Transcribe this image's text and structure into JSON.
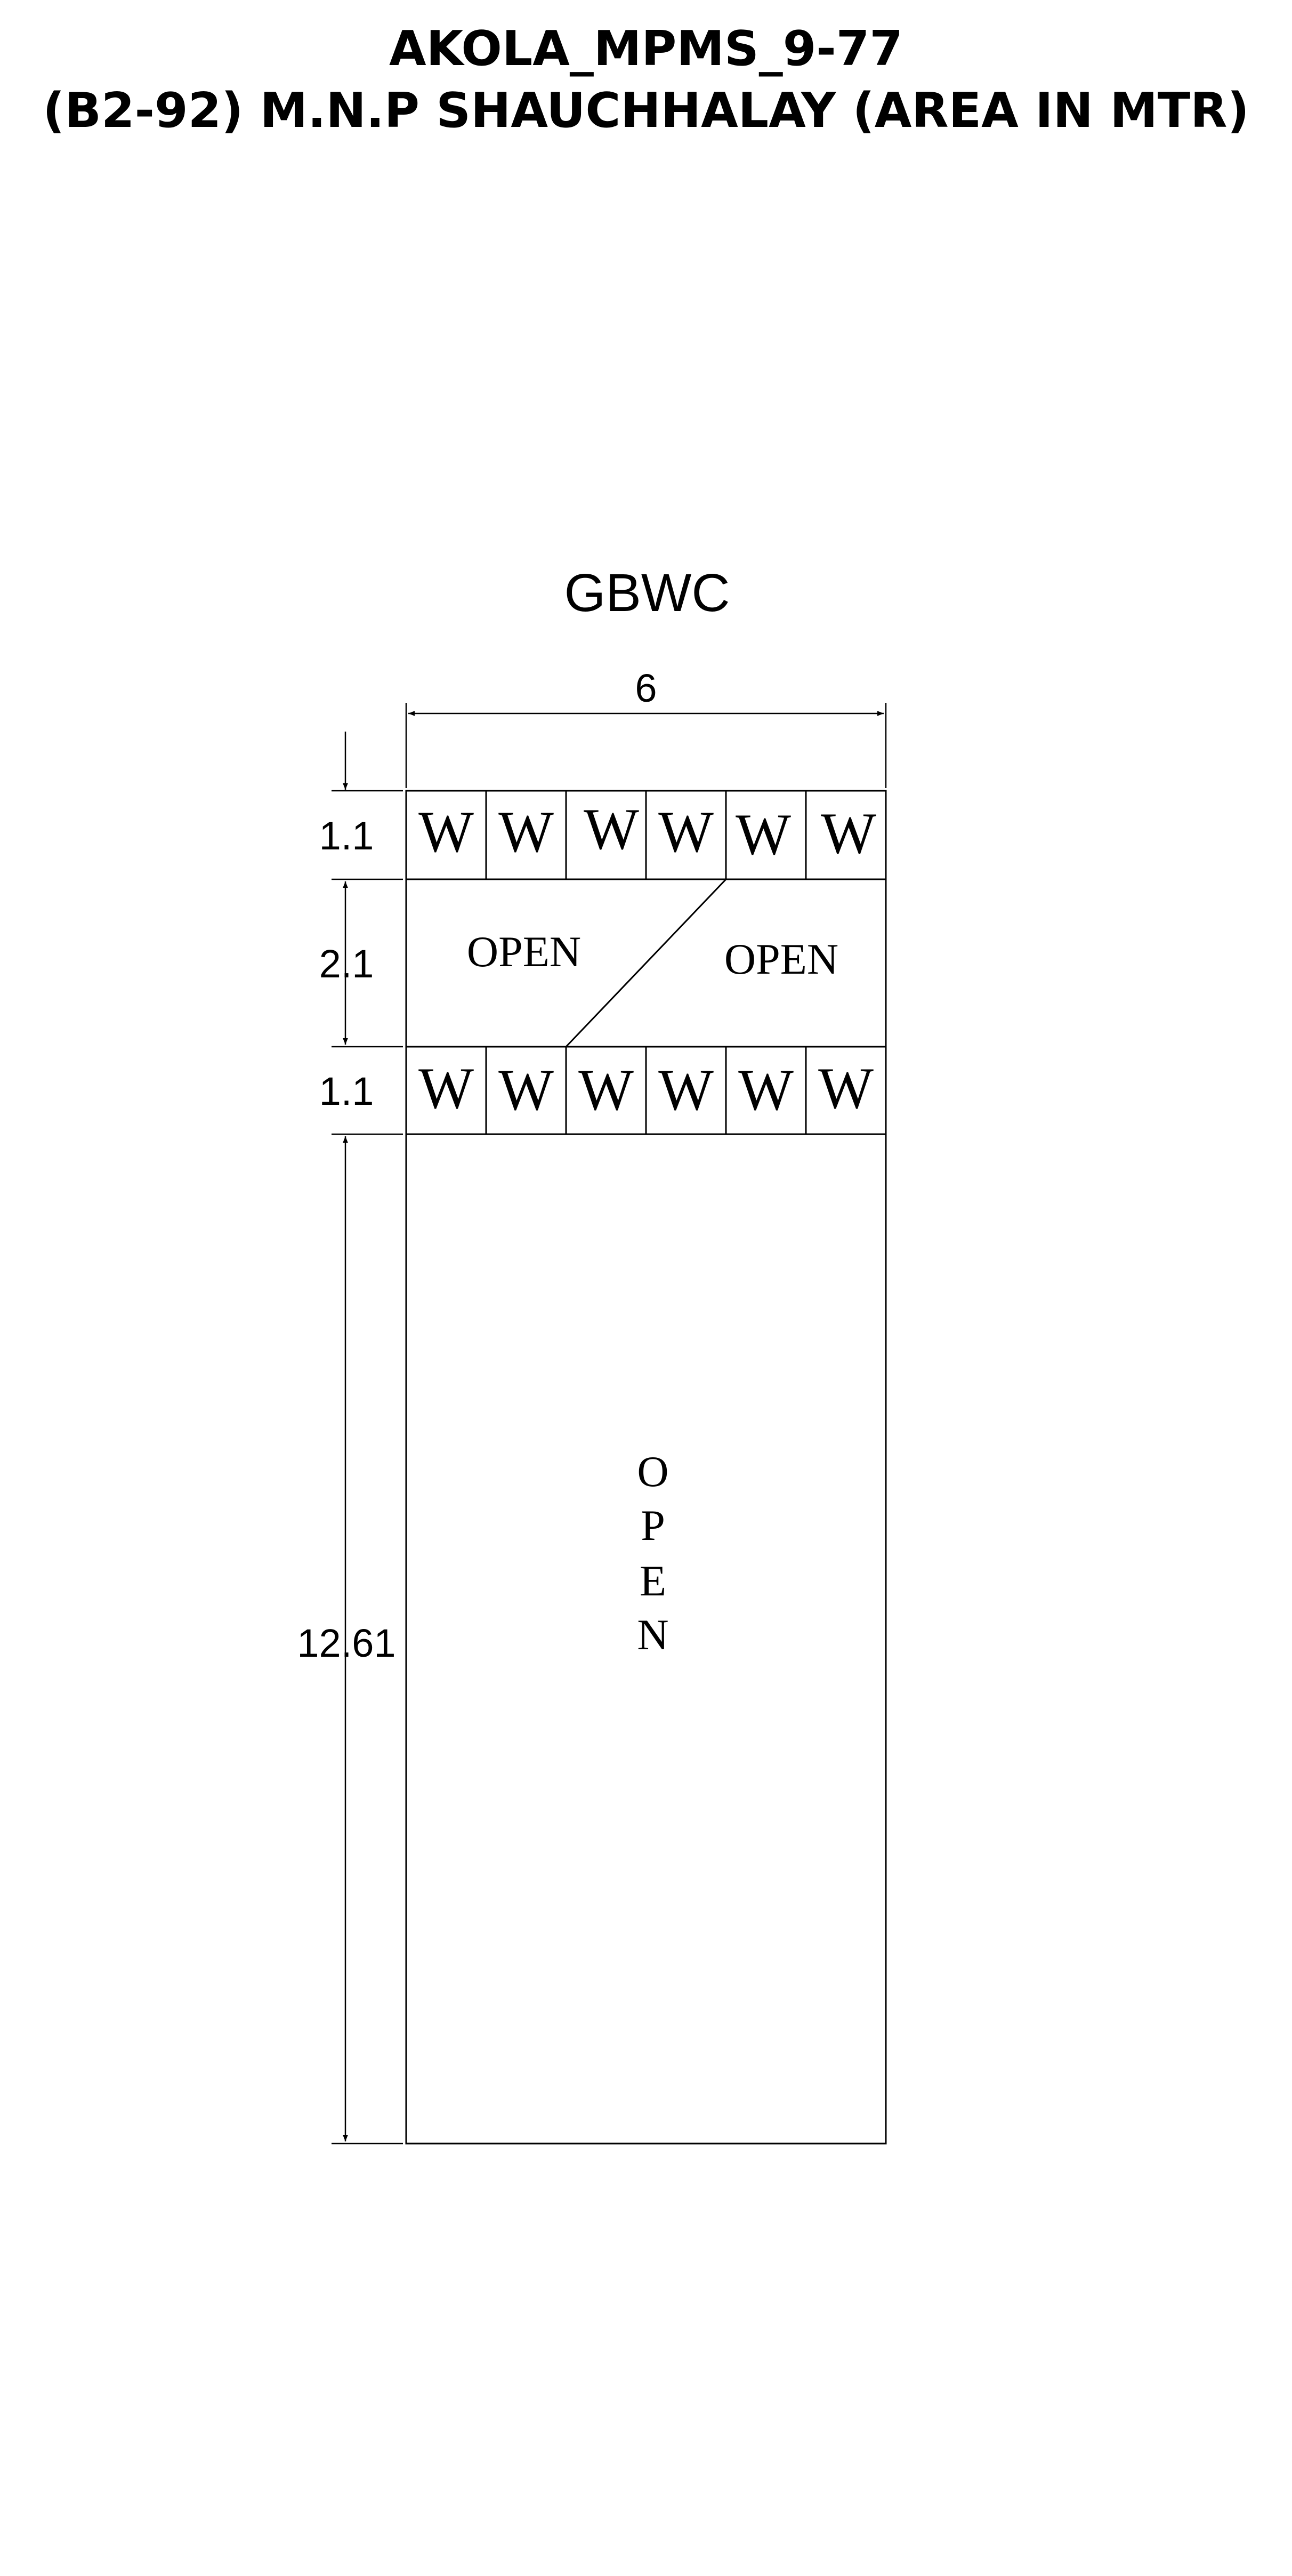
{
  "title_line1": "AKOLA_MPMS_9-77",
  "title_line2": "(B2-92) M.N.P SHAUCHHALAY (AREA IN MTR)",
  "block_label": "GBWC",
  "dimensions": {
    "width": "6",
    "row1_height": "1.1",
    "row2_height": "2.1",
    "row3_height": "1.1",
    "row4_height": "12.61"
  },
  "cells_top": [
    "W",
    "W",
    "W",
    "W",
    "W",
    "W"
  ],
  "cells_bottom": [
    "W",
    "W",
    "W",
    "W",
    "W",
    "W"
  ],
  "open_left": "OPEN",
  "open_right": "OPEN",
  "open_vertical": [
    "O",
    "P",
    "E",
    "N"
  ]
}
